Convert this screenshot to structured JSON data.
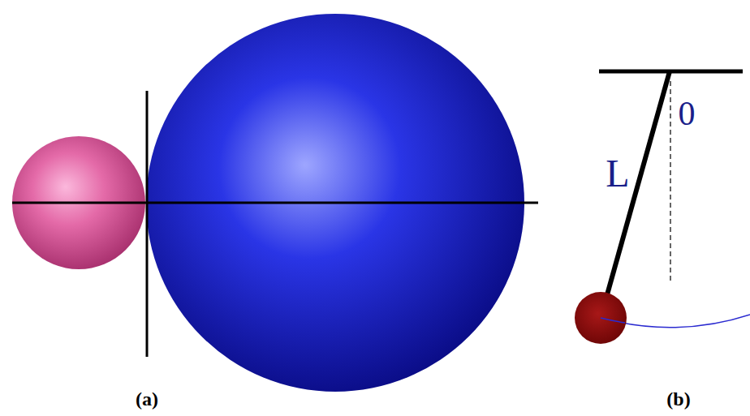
{
  "diagram": {
    "labels": [
      "(a)",
      "L",
      "0",
      "(b)"
    ]
  }
}
